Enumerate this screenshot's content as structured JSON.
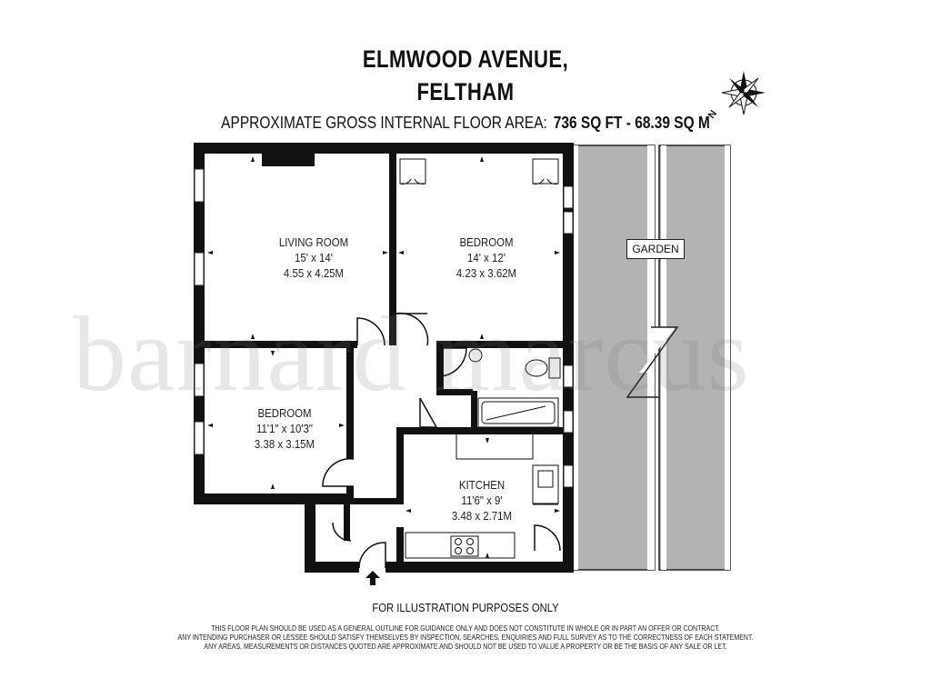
{
  "header": {
    "title_line1": "ELMWOOD AVENUE,",
    "title_line2": "FELTHAM",
    "area_label": "APPROXIMATE GROSS INTERNAL FLOOR AREA:",
    "area_value": "736 SQ FT  -  68.39 SQ M"
  },
  "compass": {
    "north_letter": "N"
  },
  "watermark": "barnard marcus",
  "rooms": {
    "living_room": {
      "name": "LIVING ROOM",
      "imperial": "15' x 14'",
      "metric": "4.55 x 4.25M"
    },
    "bedroom1": {
      "name": "BEDROOM",
      "imperial": "14' x 12'",
      "metric": "4.23 x 3.62M"
    },
    "bedroom2": {
      "name": "BEDROOM",
      "imperial": "11'1\" x 10'3\"",
      "metric": "3.38 x 3.15M"
    },
    "kitchen": {
      "name": "KITCHEN",
      "imperial": "11'6\" x 9'",
      "metric": "3.48 x 2.71M"
    },
    "garden": {
      "name": "GARDEN"
    }
  },
  "footer": {
    "illustration": "FOR ILLUSTRATION PURPOSES ONLY",
    "disclaimer1": "THIS FLOOR PLAN SHOULD BE USED AS A GENERAL OUTLINE FOR GUIDANCE ONLY AND DOES NOT CONSTITUTE IN WHOLE OR IN PART AN OFFER OR CONTRACT.",
    "disclaimer2": "ANY INTENDING PURCHASER OR LESSEE SHOULD SATISFY THEMSELVES BY INSPECTION, SEARCHES, ENQUIRIES AND FULL SURVEY AS TO THE CORRECTNESS OF EACH STATEMENT.",
    "disclaimer3": "ANY AREAS, MEASUREMENTS OR DISTANCES QUOTED ARE APPROXIMATE AND SHOULD NOT BE USED TO VALUE A PROPERTY OR BE THE BASIS OF ANY SALE OR LET."
  },
  "colors": {
    "wall": "#111111",
    "garden_fill": "#b3b3b3",
    "watermark": "#cfcfcf"
  }
}
